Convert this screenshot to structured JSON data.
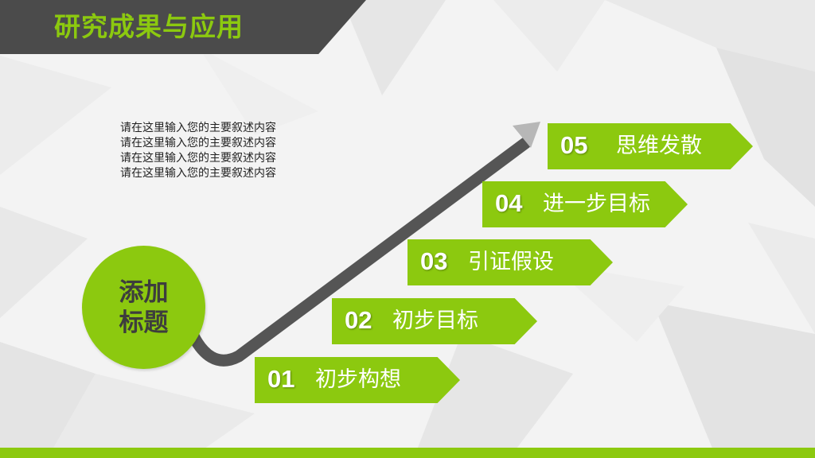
{
  "header": {
    "title": "研究成果与应用"
  },
  "description": {
    "lines": [
      "请在这里输入您的主要叙述内容",
      "请在这里输入您的主要叙述内容",
      "请在这里输入您的主要叙述内容",
      "请在这里输入您的主要叙述内容"
    ]
  },
  "center_title": {
    "line1": "添加",
    "line2": "标题"
  },
  "steps": [
    {
      "number": "01",
      "label": "初步构想"
    },
    {
      "number": "02",
      "label": "初步目标"
    },
    {
      "number": "03",
      "label": "引证假设"
    },
    {
      "number": "04",
      "label": "进一步目标"
    },
    {
      "number": "05",
      "label": "思维发散"
    }
  ],
  "colors": {
    "accent": "#8cc90f",
    "dark": "#4b4b4b",
    "arrow": "#555555"
  }
}
